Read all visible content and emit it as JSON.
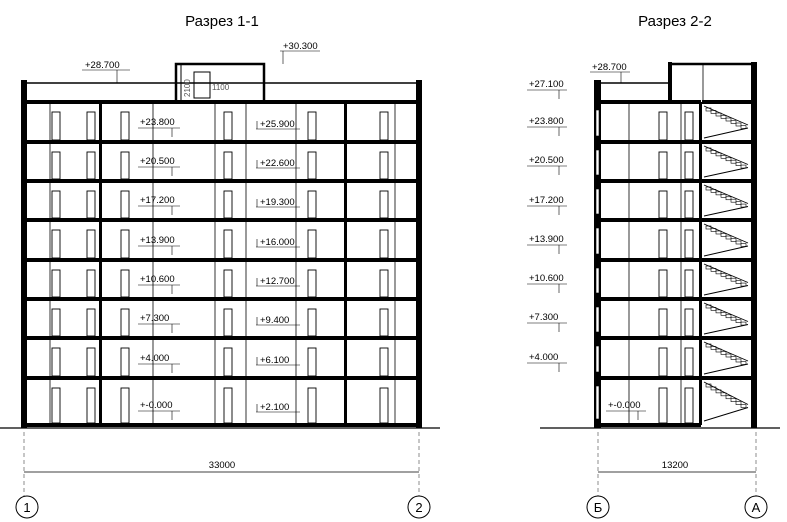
{
  "section1": {
    "title": "Разрез 1-1",
    "roof_mark": "+28.700",
    "top_mark": "+30.300",
    "dim_small": "1100",
    "dim_small2": "2100",
    "floor_marks": [
      "+-0.000",
      "+4.000",
      "+7.300",
      "+10.600",
      "+13.900",
      "+17.200",
      "+20.500",
      "+23.800"
    ],
    "stair_marks": [
      "+2.100",
      "+6.100",
      "+9.400",
      "+12.700",
      "+16.000",
      "+19.300",
      "+22.600",
      "+25.900"
    ],
    "dimension": "33000",
    "axes": [
      "1",
      "2"
    ]
  },
  "section2": {
    "title": "Разрез 2-2",
    "roof_mark": "+28.700",
    "floor_marks": [
      "+-0.000",
      "+4.000",
      "+7.300",
      "+10.600",
      "+13.900",
      "+17.200",
      "+20.500",
      "+23.800",
      "+27.100"
    ],
    "dimension": "13200",
    "axes": [
      "Б",
      "А"
    ]
  }
}
